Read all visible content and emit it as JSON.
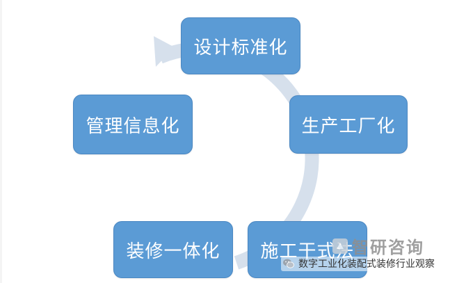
{
  "diagram": {
    "nodes": {
      "top": "设计标准化",
      "right": "生产工厂化",
      "bottom_right": "施工干式法",
      "bottom_left": "装修一体化",
      "left": "管理信息化"
    },
    "colors": {
      "node_fill": "#5b9bd5",
      "node_text": "#ffffff",
      "cycle_arrow": "#d6e0ec"
    }
  },
  "watermark": {
    "brand_name": "智研咨询",
    "brand_icon": "zhiyan-logo-icon",
    "caption": "数字工业化装配式装修行业观察",
    "caption_icon": "wechat-icon"
  }
}
